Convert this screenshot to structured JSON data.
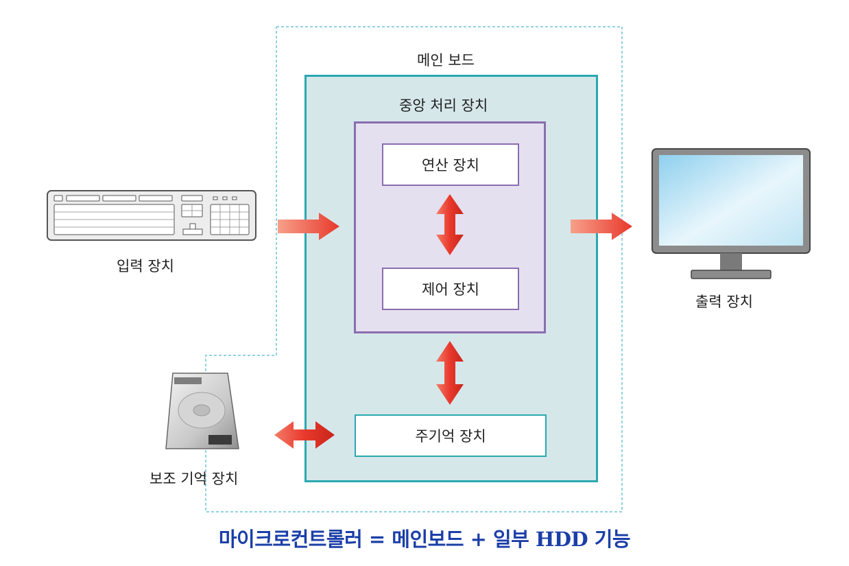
{
  "diagram": {
    "main_board_label": "메인 보드",
    "cpu_label": "중앙 처리 장치",
    "alu_label": "연산 장치",
    "control_label": "제어 장치",
    "main_memory_label": "주기억 장치",
    "input_label": "입력 장치",
    "output_label": "출력 장치",
    "storage_label": "보조 기억 장치",
    "footer": "마이크로컨트롤러 = 메인보드 + 일부 HDD 기능"
  },
  "icons": {
    "input": "keyboard-icon",
    "output": "monitor-icon",
    "storage": "hard-disk-icon",
    "arrows": "red-arrow-icon"
  },
  "colors": {
    "main_board_fill": "#d6e7ea",
    "main_board_border": "#2aa8b0",
    "cpu_fill": "#e5e0ef",
    "cpu_border": "#8a6db0",
    "arrow": "#e8392c",
    "dashed_outline": "#6cc3d5",
    "footer_text": "#1b3fa8"
  }
}
